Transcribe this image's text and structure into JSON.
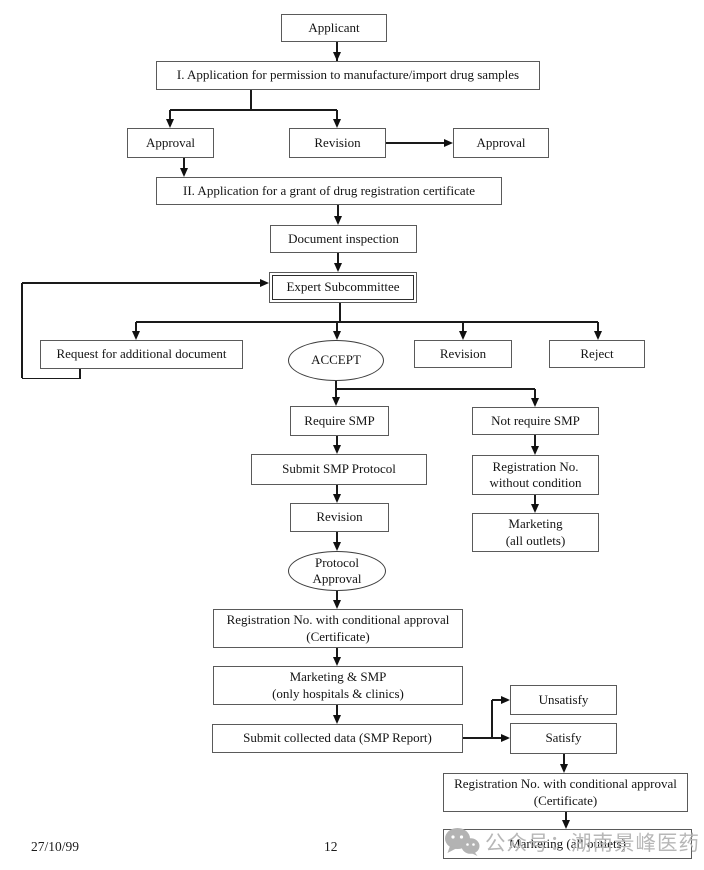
{
  "flowchart": {
    "line_color": "#1a1a1a",
    "box_border_color": "#5a5a5a",
    "nodes": {
      "applicant": {
        "label": "Applicant"
      },
      "step1": {
        "label": "I. Application for permission to manufacture/import drug samples"
      },
      "approval_left": {
        "label": "Approval"
      },
      "revision_top": {
        "label": "Revision"
      },
      "approval_right": {
        "label": "Approval"
      },
      "step2": {
        "label": "II. Application for a grant of drug registration certificate"
      },
      "document_inspection": {
        "label": "Document inspection"
      },
      "expert_subcommittee": {
        "label": "Expert Subcommittee"
      },
      "request_additional": {
        "label": "Request for additional document"
      },
      "accept": {
        "label": "ACCEPT"
      },
      "revision_mid": {
        "label": "Revision"
      },
      "reject": {
        "label": "Reject"
      },
      "require_smp": {
        "label": "Require SMP"
      },
      "not_require_smp": {
        "label": "Not require SMP"
      },
      "submit_smp_protocol": {
        "label": "Submit SMP Protocol"
      },
      "reg_no_without_condition": {
        "line1": "Registration No.",
        "line2": "without condition"
      },
      "revision_lower": {
        "label": "Revision"
      },
      "marketing_all_outlets_1": {
        "line1": "Marketing",
        "line2": "(all outlets)"
      },
      "protocol_approval": {
        "line1": "Protocol",
        "line2": "Approval"
      },
      "reg_conditional_1": {
        "line1": "Registration No. with conditional approval",
        "line2": "(Certificate)"
      },
      "marketing_smp": {
        "line1": "Marketing & SMP",
        "line2": "(only hospitals & clinics)"
      },
      "submit_collected_data": {
        "label": "Submit collected data (SMP Report)"
      },
      "unsatisfy": {
        "label": "Unsatisfy"
      },
      "satisfy": {
        "label": "Satisfy"
      },
      "reg_conditional_2": {
        "line1": "Registration No. with conditional approval",
        "line2": "(Certificate)"
      },
      "marketing_all_outlets_2": {
        "label": "Marketing (all outlets)"
      }
    }
  },
  "footer": {
    "date": "27/10/99",
    "page_number": "12"
  },
  "watermark": {
    "text": "公众号：湖南景峰医药",
    "icon": "wechat-icon",
    "color": "#b7b7b7"
  }
}
